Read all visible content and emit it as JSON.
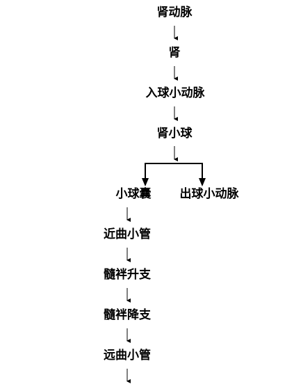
{
  "nodes": {
    "renal_artery": "肾动脉",
    "kidney": "肾",
    "afferent_arteriole": "入球小动脉",
    "glomerulus": "肾小球",
    "bowmans_capsule": "小球囊",
    "efferent_arteriole": "出球小动脉",
    "proximal_convoluted_tubule": "近曲小管",
    "ascending_limb": "髓袢升支",
    "descending_limb": "髓袢降支",
    "distal_convoluted_tubule": "远曲小管"
  },
  "colors": {
    "line": "#000000",
    "text": "#000000"
  }
}
